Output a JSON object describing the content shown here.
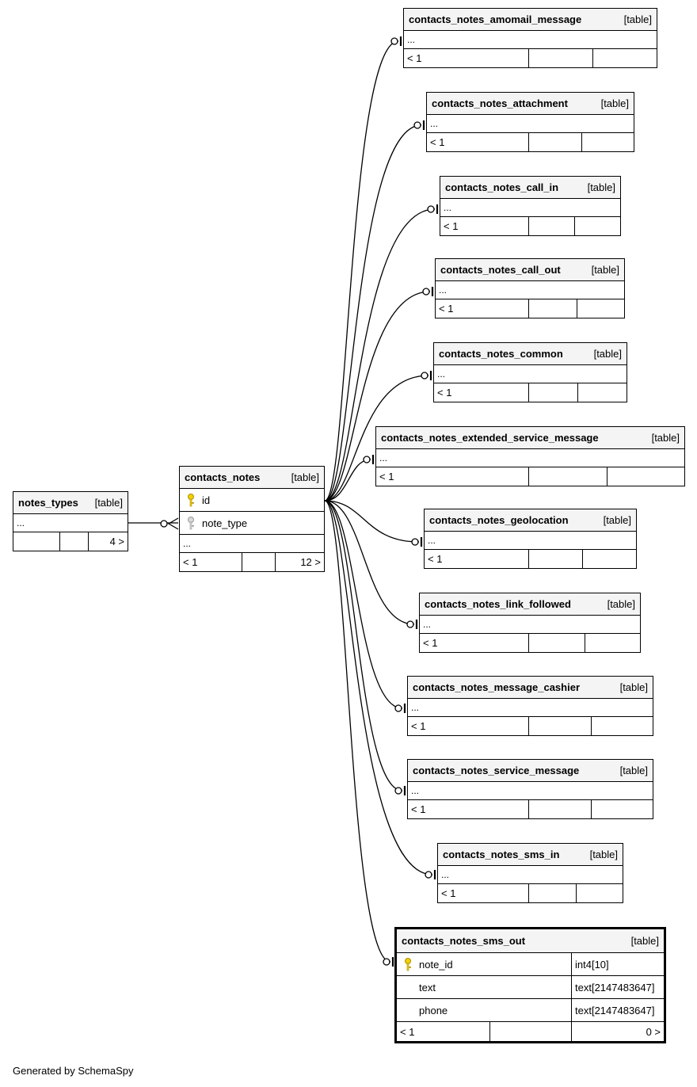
{
  "tables": {
    "contacts_notes_amomail_message": {
      "name": "contacts_notes_amomail_message",
      "kind": "[table]",
      "cols": "...",
      "foot": [
        "< 1",
        "",
        ""
      ]
    },
    "contacts_notes_attachment": {
      "name": "contacts_notes_attachment",
      "kind": "[table]",
      "cols": "...",
      "foot": [
        "< 1",
        "",
        ""
      ]
    },
    "contacts_notes_call_in": {
      "name": "contacts_notes_call_in",
      "kind": "[table]",
      "cols": "...",
      "foot": [
        "< 1",
        "",
        ""
      ]
    },
    "contacts_notes_call_out": {
      "name": "contacts_notes_call_out",
      "kind": "[table]",
      "cols": "...",
      "foot": [
        "< 1",
        "",
        ""
      ]
    },
    "contacts_notes_common": {
      "name": "contacts_notes_common",
      "kind": "[table]",
      "cols": "...",
      "foot": [
        "< 1",
        "",
        ""
      ]
    },
    "contacts_notes_extended_service_message": {
      "name": "contacts_notes_extended_service_message",
      "kind": "[table]",
      "cols": "...",
      "foot": [
        "< 1",
        "",
        ""
      ]
    },
    "contacts_notes_geolocation": {
      "name": "contacts_notes_geolocation",
      "kind": "[table]",
      "cols": "...",
      "foot": [
        "< 1",
        "",
        ""
      ]
    },
    "contacts_notes_link_followed": {
      "name": "contacts_notes_link_followed",
      "kind": "[table]",
      "cols": "...",
      "foot": [
        "< 1",
        "",
        ""
      ]
    },
    "contacts_notes_message_cashier": {
      "name": "contacts_notes_message_cashier",
      "kind": "[table]",
      "cols": "...",
      "foot": [
        "< 1",
        "",
        ""
      ]
    },
    "contacts_notes_service_message": {
      "name": "contacts_notes_service_message",
      "kind": "[table]",
      "cols": "...",
      "foot": [
        "< 1",
        "",
        ""
      ]
    },
    "contacts_notes_sms_in": {
      "name": "contacts_notes_sms_in",
      "kind": "[table]",
      "cols": "...",
      "foot": [
        "< 1",
        "",
        ""
      ]
    },
    "notes_types": {
      "name": "notes_types",
      "kind": "[table]",
      "cols": "...",
      "foot": [
        "",
        "",
        "4 >"
      ]
    },
    "contacts_notes": {
      "name": "contacts_notes",
      "kind": "[table]",
      "pk": "id",
      "fk": "note_type",
      "cols": "...",
      "foot": [
        "< 1",
        "",
        "12 >"
      ]
    },
    "contacts_notes_sms_out": {
      "name": "contacts_notes_sms_out",
      "kind": "[table]",
      "columns": [
        {
          "name": "note_id",
          "type": "int4[10]"
        },
        {
          "name": "text",
          "type": "text[2147483647]"
        },
        {
          "name": "phone",
          "type": "text[2147483647]"
        }
      ],
      "foot": [
        "< 1",
        "",
        "0 >"
      ]
    }
  },
  "credit": "Generated by SchemaSpy"
}
